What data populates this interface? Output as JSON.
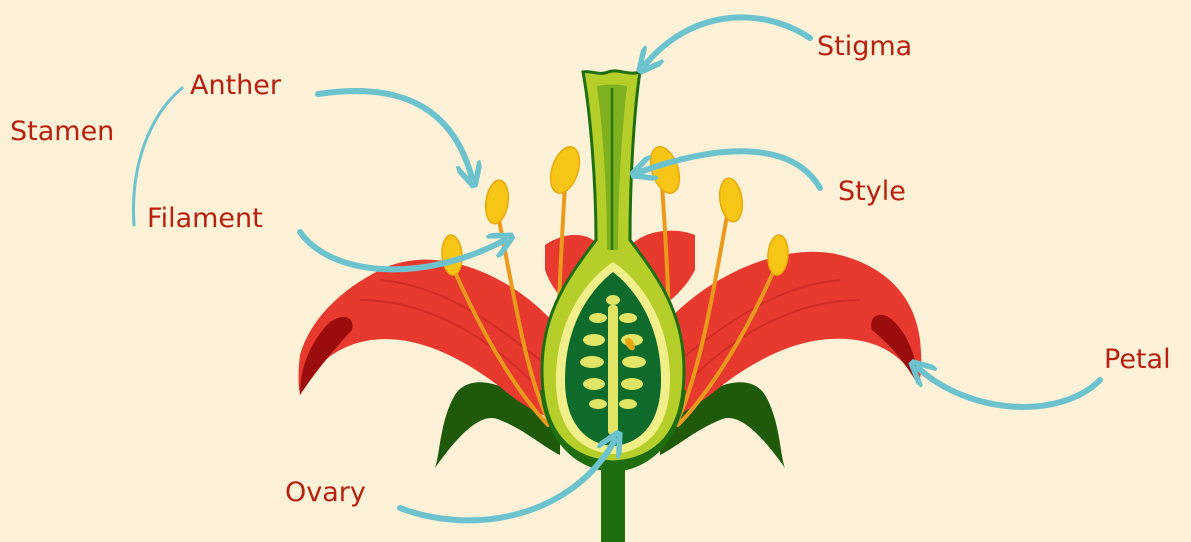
{
  "labels": {
    "stamen": "Stamen",
    "anther": "Anther",
    "filament": "Filament",
    "stigma": "Stigma",
    "style": "Style",
    "petal": "Petal",
    "ovary": "Ovary"
  },
  "colors": {
    "background": "#fdf1d8",
    "label_text": "#b8210f",
    "arrow": "#6cc3cd",
    "petal": "#e8392f",
    "petal_dark": "#9b0d0d",
    "sepal": "#1e5a0a",
    "stem": "#1e6e10",
    "pistil_light": "#b6ce2a",
    "pistil_mid": "#7fb01f",
    "ovary_inner": "#0f6b2c",
    "ovule": "#e0e566",
    "anther": "#f6c516",
    "filament": "#eb9a1c"
  }
}
